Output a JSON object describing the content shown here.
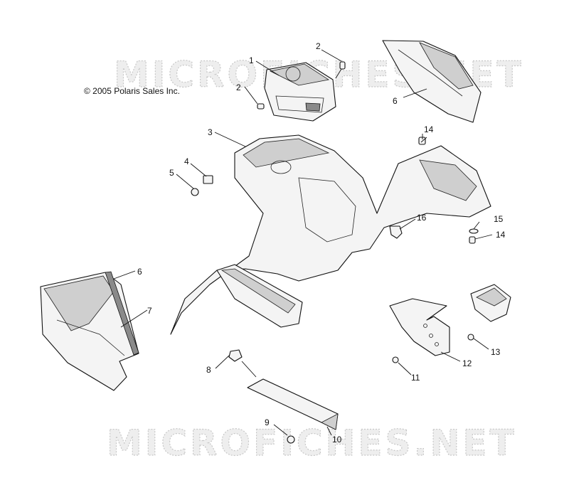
{
  "copyright": "© 2005 Polaris Sales Inc.",
  "watermark": "MICROFICHES.NET",
  "callouts": [
    {
      "id": "c1",
      "label": "1"
    },
    {
      "id": "c2a",
      "label": "2"
    },
    {
      "id": "c2b",
      "label": "2"
    },
    {
      "id": "c3",
      "label": "3"
    },
    {
      "id": "c4",
      "label": "4"
    },
    {
      "id": "c5",
      "label": "5"
    },
    {
      "id": "c6a",
      "label": "6"
    },
    {
      "id": "c6b",
      "label": "6"
    },
    {
      "id": "c7",
      "label": "7"
    },
    {
      "id": "c8",
      "label": "8"
    },
    {
      "id": "c9",
      "label": "9"
    },
    {
      "id": "c10",
      "label": "10"
    },
    {
      "id": "c11",
      "label": "11"
    },
    {
      "id": "c12",
      "label": "12"
    },
    {
      "id": "c13",
      "label": "13"
    },
    {
      "id": "c14a",
      "label": "14"
    },
    {
      "id": "c14b",
      "label": "14"
    },
    {
      "id": "c15",
      "label": "15"
    },
    {
      "id": "c16",
      "label": "16"
    }
  ]
}
